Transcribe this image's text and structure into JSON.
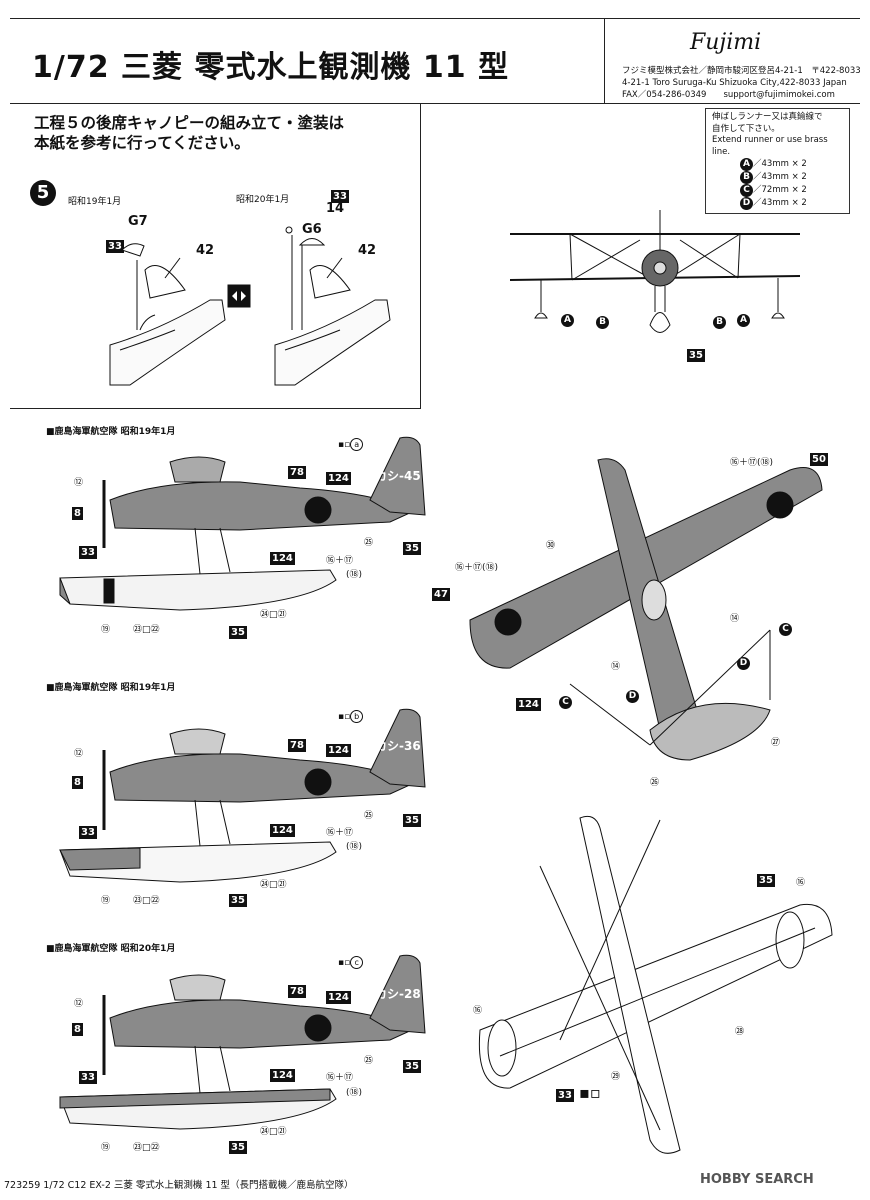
{
  "header": {
    "title": "1/72 三菱 零式水上観測機 11 型",
    "brand": "Fujimi",
    "address_lines": [
      "フジミ模型株式会社／静岡市駿河区登呂4-21-1　〒422-8033",
      "4-21-1 Toro Suruga-Ku Shizuoka City,422-8033 Japan",
      "FAX／054-286-0349　　support@fujimimokei.com"
    ]
  },
  "instruction": [
    "工程５の後席キャノピーの組み立て・塗装は",
    "本紙を参考に行ってください。"
  ],
  "step": {
    "number": "5",
    "left_date": "昭和19年1月",
    "right_date": "昭和20年1月",
    "left_labels": {
      "part": "G7",
      "color": "33",
      "num": "42"
    },
    "right_labels": {
      "color": "33",
      "part_num": "14",
      "part": "G6",
      "num": "42"
    }
  },
  "rigging_note": {
    "lines": [
      "伸ばしランナー又は真鍮線で",
      "自作して下さい。",
      "Extend  runner or use brass line."
    ],
    "items": [
      {
        "key": "A",
        "text": "／43mm × 2"
      },
      {
        "key": "B",
        "text": "／43mm × 2"
      },
      {
        "key": "C",
        "text": "／72mm × 2"
      },
      {
        "key": "D",
        "text": "／43mm × 2"
      }
    ]
  },
  "front_view": {
    "labels": [
      "A",
      "B",
      "B",
      "A"
    ],
    "color": "35"
  },
  "profiles": [
    {
      "title": "■鹿島海軍航空隊 昭和19年1月",
      "decal": "a",
      "code": "カシ-45"
    },
    {
      "title": "■鹿島海軍航空隊 昭和19年1月",
      "decal": "b",
      "code": "カシ-36"
    },
    {
      "title": "■鹿島海軍航空隊 昭和20年1月",
      "decal": "c",
      "code": "カシ-28"
    }
  ],
  "profile_callouts": {
    "c12": "⑫",
    "c8": "8",
    "c33": "33",
    "c78": "78",
    "c124": "124",
    "c25": "㉕",
    "c35": "35",
    "c16_17": "⑯＋⑰",
    "c18": "(⑱)",
    "c19": "⑲",
    "c23_22": "㉓□㉒",
    "c24_21": "㉔□㉑"
  },
  "top_view": {
    "c16_17_18a": "⑯＋⑰(⑱)",
    "c50": "50",
    "c30": "㉚",
    "c16_17_18b": "⑯＋⑰(⑱)",
    "c47": "47",
    "c14a": "⑭",
    "c14b": "⑭",
    "c124": "124",
    "c27": "㉗",
    "c26": "㉖",
    "lC1": "C",
    "lC2": "C",
    "lD1": "D",
    "lD2": "D"
  },
  "bottom_view": {
    "c35": "35",
    "c16a": "⑯",
    "c16b": "⑯",
    "c28": "㉘",
    "c29": "㉙",
    "c33": "33"
  },
  "footer": "723259  1/72  C12  EX-2  三菱  零式水上観測機  11 型（長門搭載機／鹿島航空隊）",
  "watermark": "HOBBY SEARCH"
}
